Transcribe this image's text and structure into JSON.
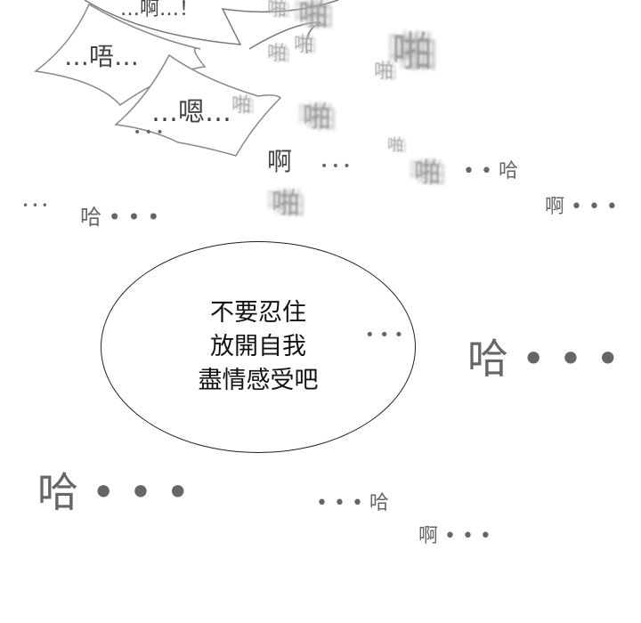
{
  "bubble_text": [
    "不要忍住",
    "放開自我",
    "盡情感受吧"
  ],
  "sfx": {
    "a_top": "…啊…！",
    "wu": "…唔…",
    "e": "…嗯…",
    "dots_small": "• • •",
    "a_mid": "啊",
    "a_mid_dots": "• • •",
    "ha_right_small": "•  • 哈",
    "dots_left": "• • •",
    "ha_left": "哈 • • •",
    "a_right": "啊 • • •",
    "dots_speech": "• • •",
    "ha_big_right": "哈 • • •",
    "ha_big_left": "哈 • • •",
    "ha_lower": "• • • 哈",
    "a_lower": "啊 • • •",
    "pa": "啪"
  }
}
